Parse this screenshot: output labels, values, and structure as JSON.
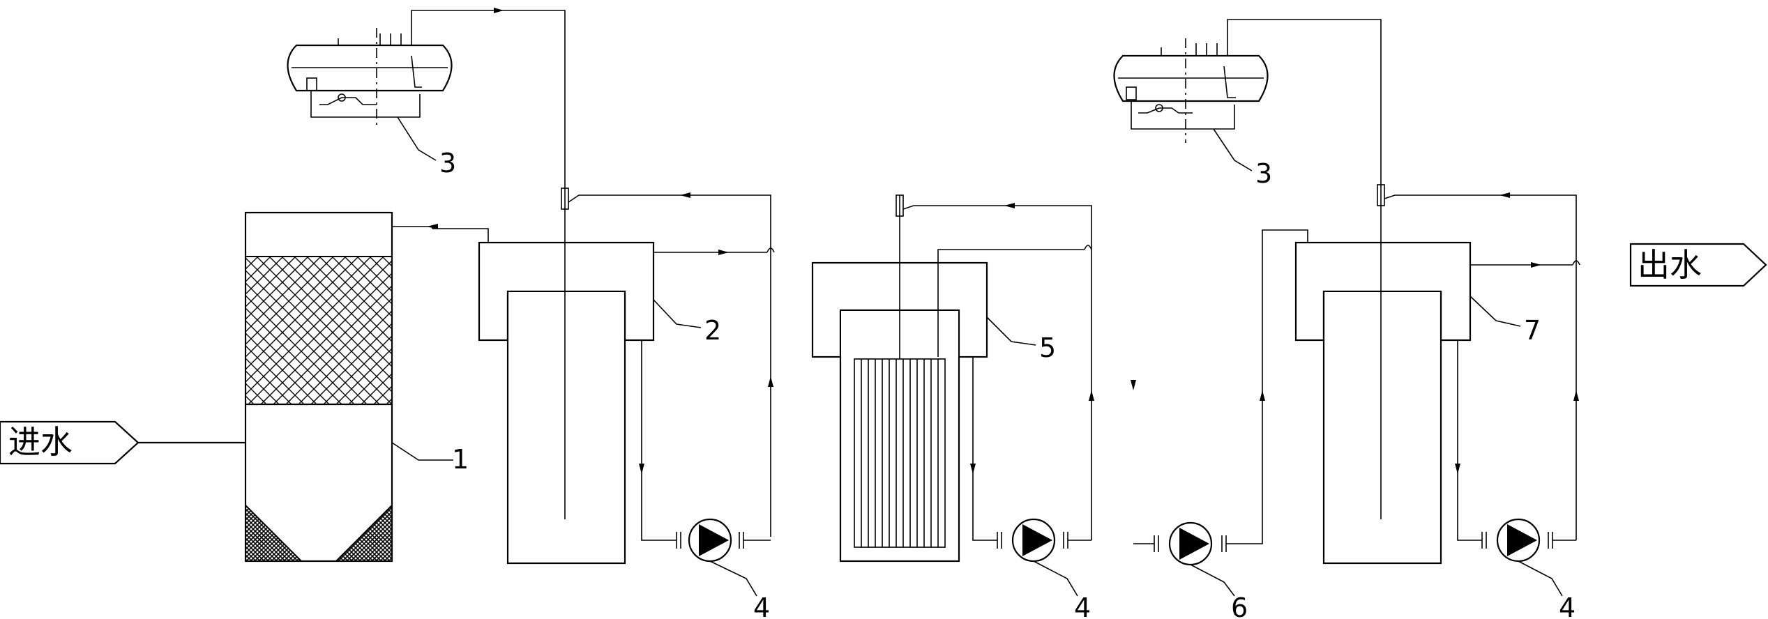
{
  "io": {
    "inlet": "进水",
    "outlet": "出水"
  },
  "labels": {
    "anaerobic_tank": "1",
    "ozone_tank_1": "2",
    "ozone_generator_1": "3",
    "ozone_generator_2": "3",
    "pump_1": "4",
    "pump_2": "4",
    "pump_4": "4",
    "electro_tank": "5",
    "pump_transfer": "6",
    "ozone_tank_2": "7"
  }
}
